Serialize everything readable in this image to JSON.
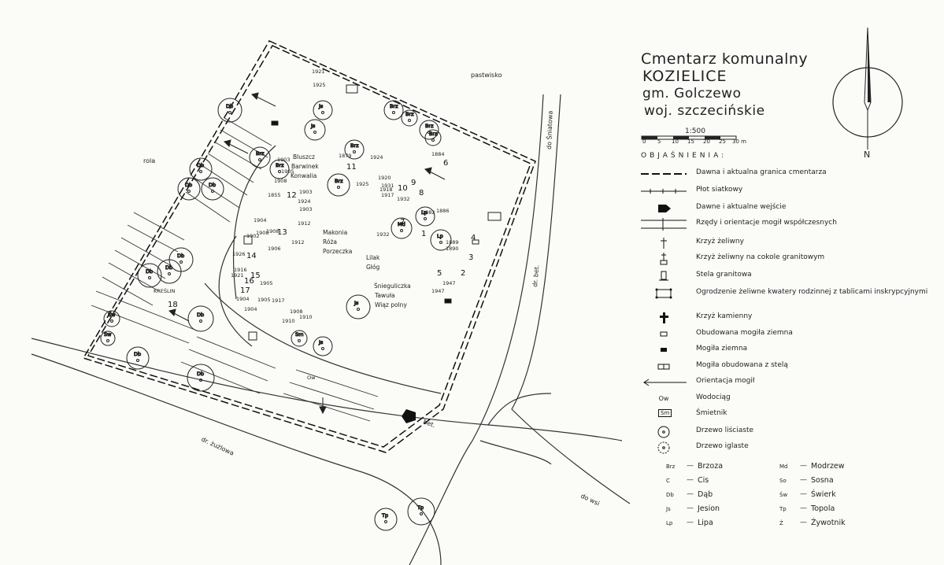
{
  "title": {
    "line1": "Cmentarz komunalny",
    "line2": "KOZIELICE",
    "line3": "gm. Golczewo",
    "line4": "woj. szczecińskie"
  },
  "scale": {
    "label": "1:500",
    "ticks": [
      "0",
      "5",
      "10",
      "15",
      "20",
      "25",
      "30 m"
    ]
  },
  "compass": {
    "north_label": "N"
  },
  "legend": {
    "heading": "OBJAŚNIENIA:",
    "items": [
      {
        "symbol": "dashed-boundary-line",
        "label": "Dawna i aktualna granica cmentarza"
      },
      {
        "symbol": "mesh-fence-line",
        "label": "Płot siatkowy"
      },
      {
        "symbol": "entrance-arrow-icon",
        "label": "Dawne i aktualne wejście"
      },
      {
        "symbol": "grave-rows-icon",
        "label": "Rzędy i orientacje mogił współczesnych"
      },
      {
        "symbol": "iron-cross-icon",
        "label": "Krzyż żeliwny"
      },
      {
        "symbol": "iron-cross-granite-icon",
        "label": "Krzyż żeliwny na cokole granitowym"
      },
      {
        "symbol": "granite-stela-icon",
        "label": "Stela granitowa"
      },
      {
        "symbol": "family-quarter-fence-icon",
        "label": "Ogrodzenie żeliwne kwatery rodzinnej z tablicami inskrypcyjnymi"
      },
      {
        "symbol": "stone-cross-icon",
        "label": "Krzyż kamienny"
      },
      {
        "symbol": "built-earth-grave-icon",
        "label": "Obudowana mogiła ziemna"
      },
      {
        "symbol": "earth-grave-icon",
        "label": "Mogiła ziemna"
      },
      {
        "symbol": "grave-with-stela-icon",
        "label": "Mogiła obudowana z stelą"
      },
      {
        "symbol": "grave-orientation-arrow-icon",
        "label": "Orientacja mogił"
      },
      {
        "symbol": "water-supply-icon",
        "label": "Wodociąg",
        "abbr": "Ow"
      },
      {
        "symbol": "trash-bin-icon",
        "label": "Śmietnik",
        "abbr": "Śm"
      },
      {
        "symbol": "deciduous-tree-icon",
        "label": "Drzewo liściaste"
      },
      {
        "symbol": "conifer-tree-icon",
        "label": "Drzewo iglaste"
      }
    ]
  },
  "tree_species": {
    "left": [
      {
        "abbr": "Brz",
        "name": "Brzoza"
      },
      {
        "abbr": "C",
        "name": "Cis"
      },
      {
        "abbr": "Db",
        "name": "Dąb"
      },
      {
        "abbr": "Js",
        "name": "Jesion"
      },
      {
        "abbr": "Lp",
        "name": "Lipa"
      }
    ],
    "right": [
      {
        "abbr": "Md",
        "name": "Modrzew"
      },
      {
        "abbr": "So",
        "name": "Sosna"
      },
      {
        "abbr": "Św",
        "name": "Świerk"
      },
      {
        "abbr": "Tp",
        "name": "Topola"
      },
      {
        "abbr": "Ż",
        "name": "Żywotnik"
      }
    ]
  },
  "map": {
    "labels": {
      "rola": "rola",
      "pastwisko": "pastwisko",
      "road_sniatowa": "do Śniatowa",
      "road_zuzlowa": "dr. żużlowa",
      "road_bet_right": "dr. bet.",
      "road_bet_small": "bet.",
      "road_do_wsi": "do wsi",
      "water": "Ow",
      "kreslin": "KREŚLIN"
    },
    "plants": [
      "Bluszcz",
      "Barwinek",
      "Konwalia",
      "Makonia",
      "Róża",
      "Porzeczka",
      "Lilak",
      "Głóg",
      "Śnieguliczka",
      "Tawuła",
      "Wiąz polny"
    ],
    "trees": [
      {
        "abbr": "Db"
      },
      {
        "abbr": "Db"
      },
      {
        "abbr": "Db"
      },
      {
        "abbr": "Db"
      },
      {
        "abbr": "Db"
      },
      {
        "abbr": "Db"
      },
      {
        "abbr": "Db"
      },
      {
        "abbr": "Db"
      },
      {
        "abbr": "Db"
      },
      {
        "abbr": "Db"
      },
      {
        "abbr": "Brz"
      },
      {
        "abbr": "Brz"
      },
      {
        "abbr": "Brz"
      },
      {
        "abbr": "Brz"
      },
      {
        "abbr": "Brz"
      },
      {
        "abbr": "Brz"
      },
      {
        "abbr": "Brz"
      },
      {
        "abbr": "Brz"
      },
      {
        "abbr": "Js"
      },
      {
        "abbr": "Js"
      },
      {
        "abbr": "Js"
      },
      {
        "abbr": "Js"
      },
      {
        "abbr": "Md"
      },
      {
        "abbr": "Lp"
      },
      {
        "abbr": "Lp"
      },
      {
        "abbr": "Tp"
      },
      {
        "abbr": "Tp"
      },
      {
        "abbr": "Sw"
      },
      {
        "abbr": "Sw"
      },
      {
        "abbr": "Sm"
      }
    ],
    "years": [
      "1921",
      "1925",
      "1879",
      "1924",
      "1884",
      "1903",
      "1905",
      "1908",
      "1855",
      "1903",
      "1924",
      "1903",
      "1904",
      "1908",
      "1908",
      "1912",
      "1912",
      "1902",
      "1906",
      "1920",
      "1925",
      "1931",
      "1918",
      "1917",
      "1932",
      "1882",
      "1932",
      "1886",
      "1889",
      "1890",
      "1926",
      "1916",
      "1921",
      "1905",
      "1905",
      "1917",
      "1904",
      "1910",
      "1908",
      "1910",
      "1947",
      "1947",
      "1904"
    ],
    "numbers": [
      "1",
      "2",
      "3",
      "4",
      "5",
      "6",
      "7",
      "8",
      "9",
      "10",
      "11",
      "12",
      "13",
      "14",
      "15",
      "16",
      "17",
      "18"
    ]
  }
}
